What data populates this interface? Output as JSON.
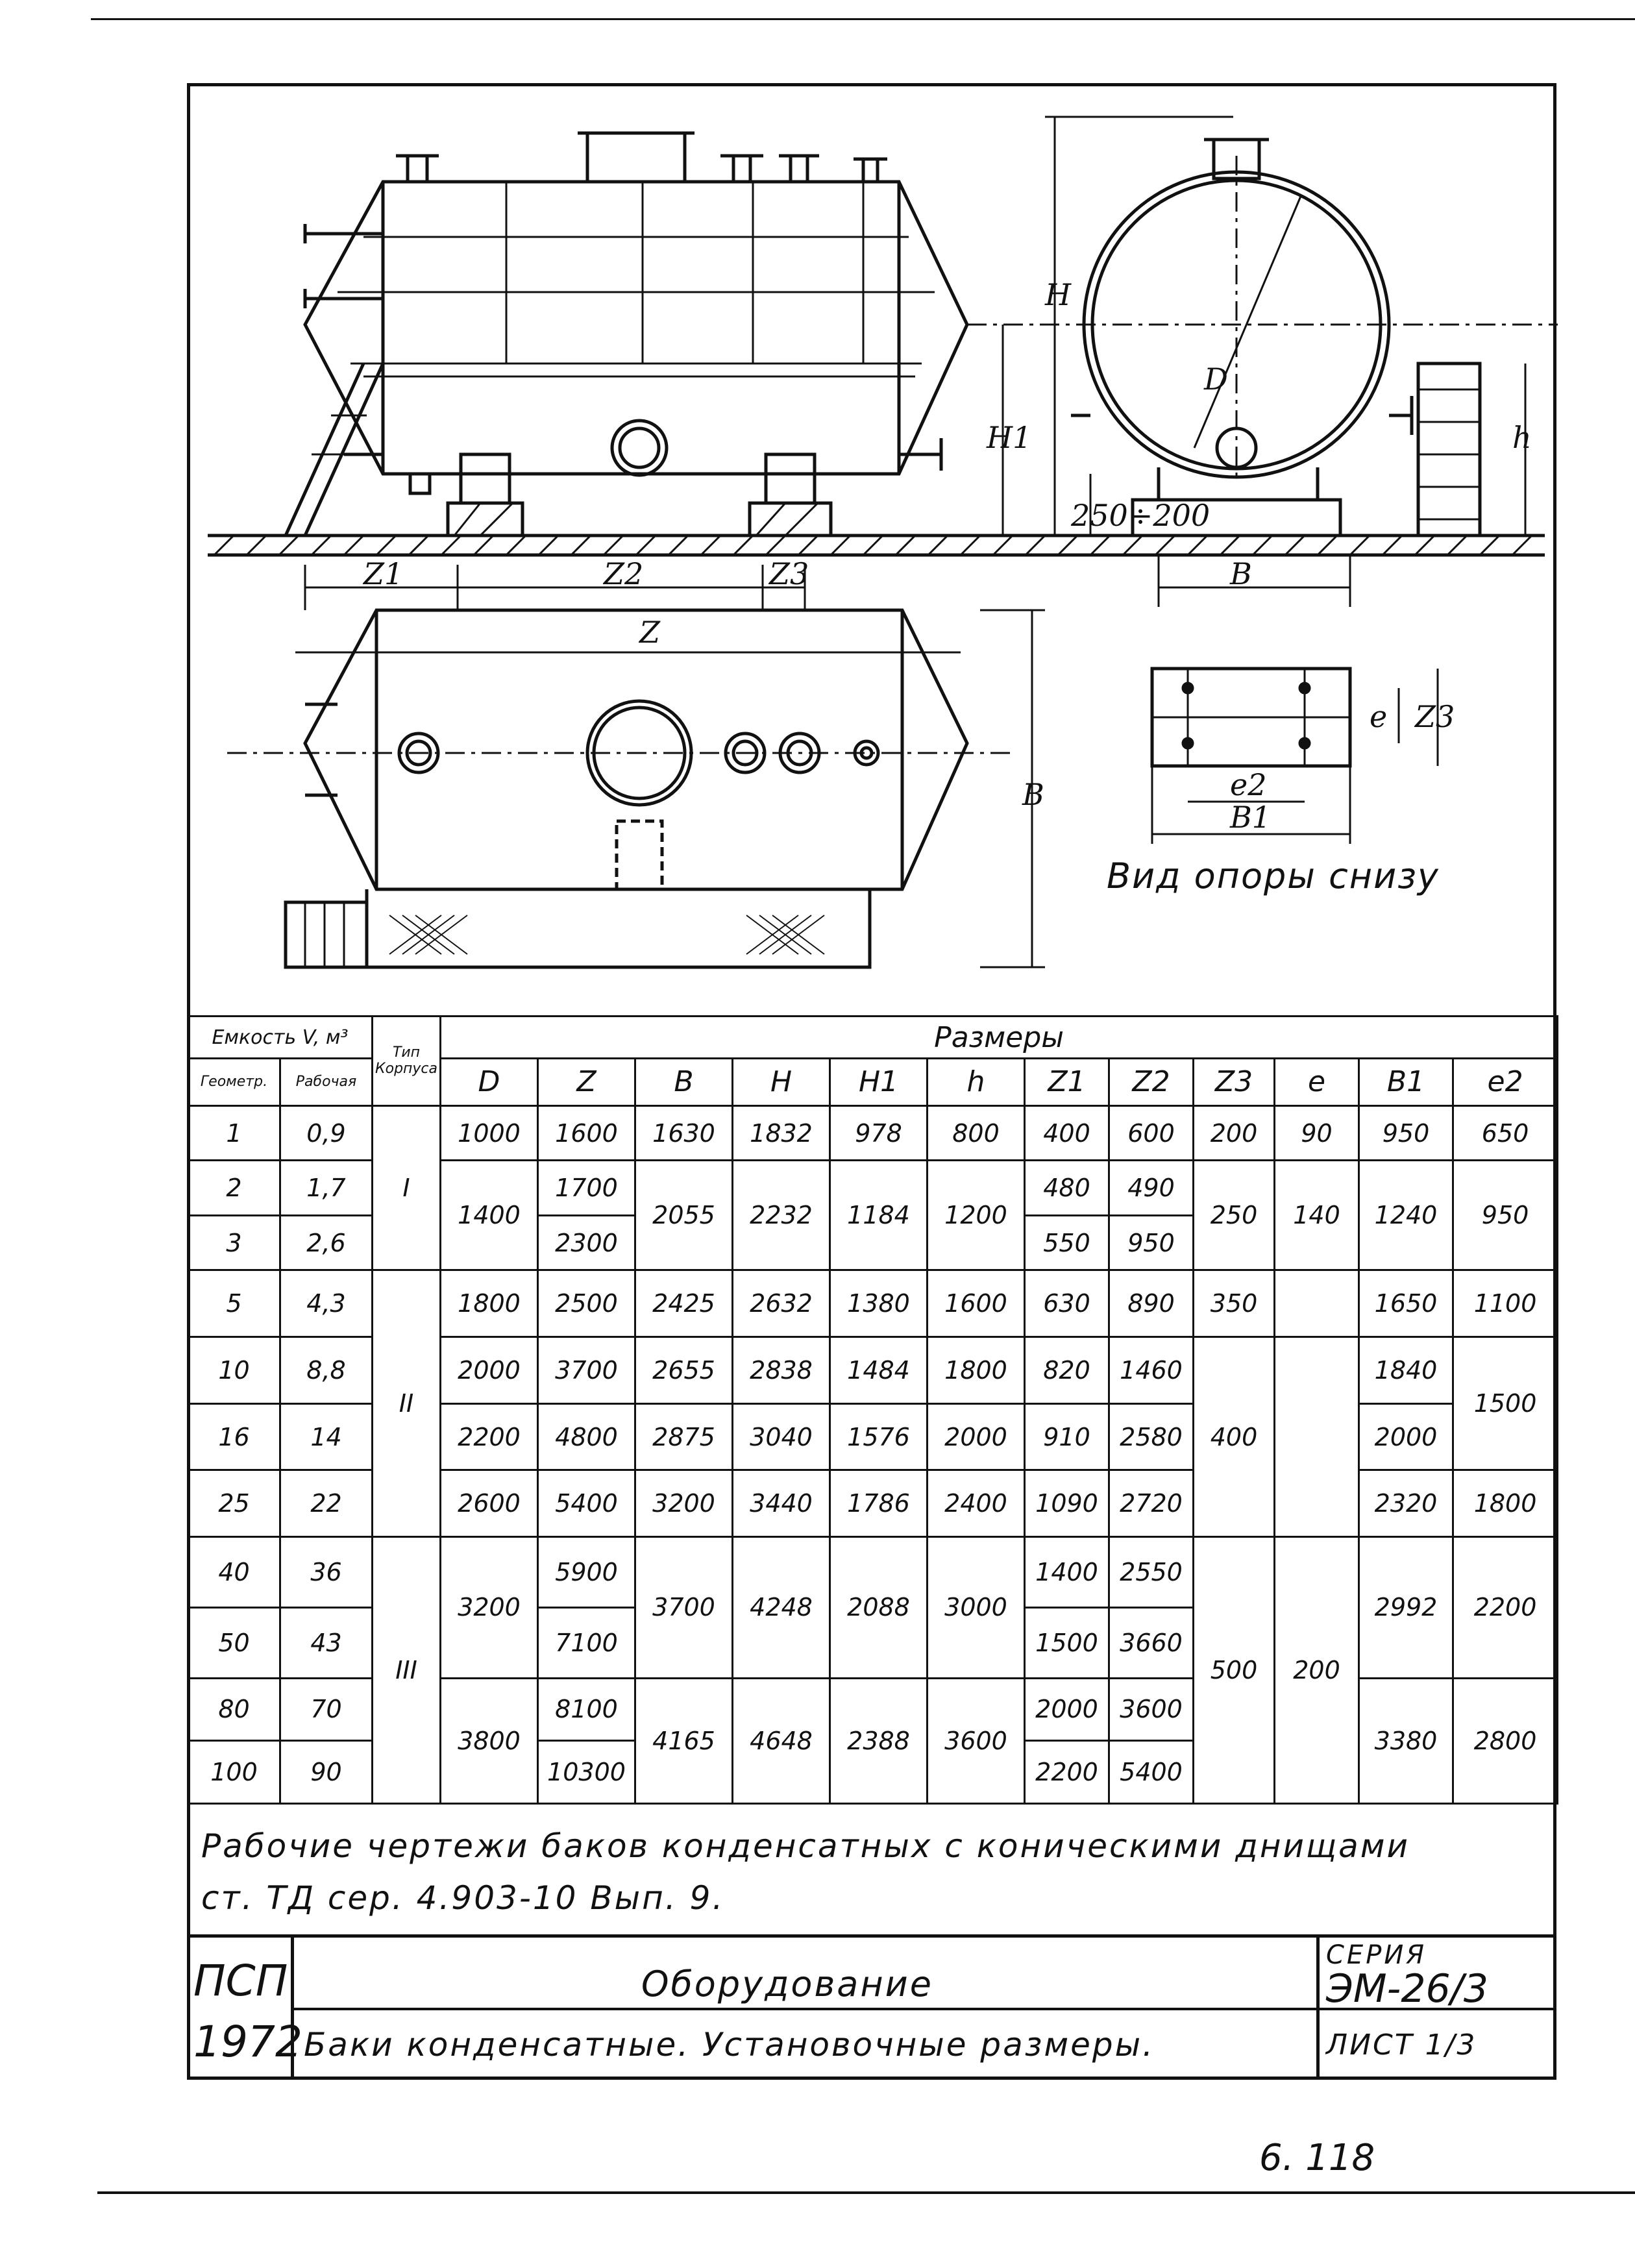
{
  "drawing": {
    "labels": {
      "H": "H",
      "H1": "H1",
      "h": "h",
      "D": "D",
      "L": "Z",
      "L1": "Z1",
      "L2": "Z2",
      "L3": "Z3",
      "B": "B",
      "B_side": "B",
      "B1": "B1",
      "l": "e",
      "l2": "e2",
      "L3_support": "Z3",
      "support_height": "250÷200"
    },
    "support_view_caption": "Вид опоры снизу"
  },
  "table": {
    "header": {
      "capacity": "Емкость V, м³",
      "geom": "Геометр.",
      "work": "Рабочая",
      "type_top": "Тип",
      "type_bottom": "Корпуса",
      "dimensions": "Размеры",
      "cols": [
        "D",
        "Z",
        "B",
        "H",
        "H1",
        "h",
        "Z1",
        "Z2",
        "Z3",
        "e",
        "B1",
        "e2"
      ]
    },
    "rows": [
      {
        "g": "1",
        "w": "0,9",
        "D": "1000",
        "L": "1600",
        "B": "1630",
        "H": "1832",
        "H1": "978",
        "h": "800",
        "L1": "400",
        "L2": "600",
        "L3": "200",
        "e": "90",
        "B1": "950",
        "e2": "650"
      },
      {
        "g": "2",
        "w": "1,7",
        "L": "1700",
        "L1": "480",
        "L2": "490"
      },
      {
        "g": "3",
        "w": "2,6",
        "L": "2300",
        "L1": "550",
        "L2": "950"
      },
      {
        "g": "5",
        "w": "4,3",
        "D": "1800",
        "L": "2500",
        "B": "2425",
        "H": "2632",
        "H1": "1380",
        "h": "1600",
        "L1": "630",
        "L2": "890",
        "L3": "350",
        "B1": "1650",
        "e2": "1100"
      },
      {
        "g": "10",
        "w": "8,8",
        "D": "2000",
        "L": "3700",
        "B": "2655",
        "H": "2838",
        "H1": "1484",
        "h": "1800",
        "L1": "820",
        "L2": "1460",
        "B1": "1840"
      },
      {
        "g": "16",
        "w": "14",
        "D": "2200",
        "L": "4800",
        "B": "2875",
        "H": "3040",
        "H1": "1576",
        "h": "2000",
        "L1": "910",
        "L2": "2580",
        "B1": "2000"
      },
      {
        "g": "25",
        "w": "22",
        "D": "2600",
        "L": "5400",
        "B": "3200",
        "H": "3440",
        "H1": "1786",
        "h": "2400",
        "L1": "1090",
        "L2": "2720",
        "B1": "2320",
        "e2": "1800"
      },
      {
        "g": "40",
        "w": "36",
        "D": "3200",
        "L": "5900",
        "B": "3700",
        "H": "4248",
        "H1": "2088",
        "h": "3000",
        "L1": "1400",
        "L2": "2550",
        "B1": "2992",
        "e2": "2200"
      },
      {
        "g": "50",
        "w": "43",
        "L": "7100",
        "L1": "1500",
        "L2": "3660"
      },
      {
        "g": "80",
        "w": "70",
        "L": "8100",
        "L1": "2000",
        "L2": "3600"
      },
      {
        "g": "100",
        "w": "90",
        "L": "10300",
        "L1": "2200",
        "L2": "5400"
      }
    ],
    "merged": {
      "D_2_3": "1400",
      "B_2_3": "2055",
      "H_2_3": "2232",
      "H1_2_3": "1184",
      "h_2_3": "1200",
      "L3_2_3": "250",
      "e_2_3": "140",
      "B1_2_3": "1240",
      "e2_2_3": "950",
      "L3_10_25": "400",
      "e2_10_16": "1500",
      "e_25_100": "200",
      "L3_40_100": "500",
      "D_80_100": "3800",
      "B_80_100": "4165",
      "H_80_100": "4648",
      "H1_80_100": "2388",
      "h_80_100": "3600",
      "B1_80_100": "3380",
      "e2_80_100": "2800",
      "type_I": "I",
      "type_II": "II",
      "type_III": "III"
    }
  },
  "note": {
    "line1": "Рабочие чертежи баков конденсатных с коническими днищами",
    "line2": "ст. ТД   сер. 4.903-10   Вып. 9."
  },
  "title_block": {
    "org": "ПСП",
    "year": "1972",
    "section": "Оборудование",
    "subject": "Баки конденсатные. Установочные размеры.",
    "series_label": "СЕРИЯ",
    "series": "ЭМ-26/3",
    "sheet": "ЛИСТ 1/3",
    "page_handwritten": "6. 118"
  }
}
